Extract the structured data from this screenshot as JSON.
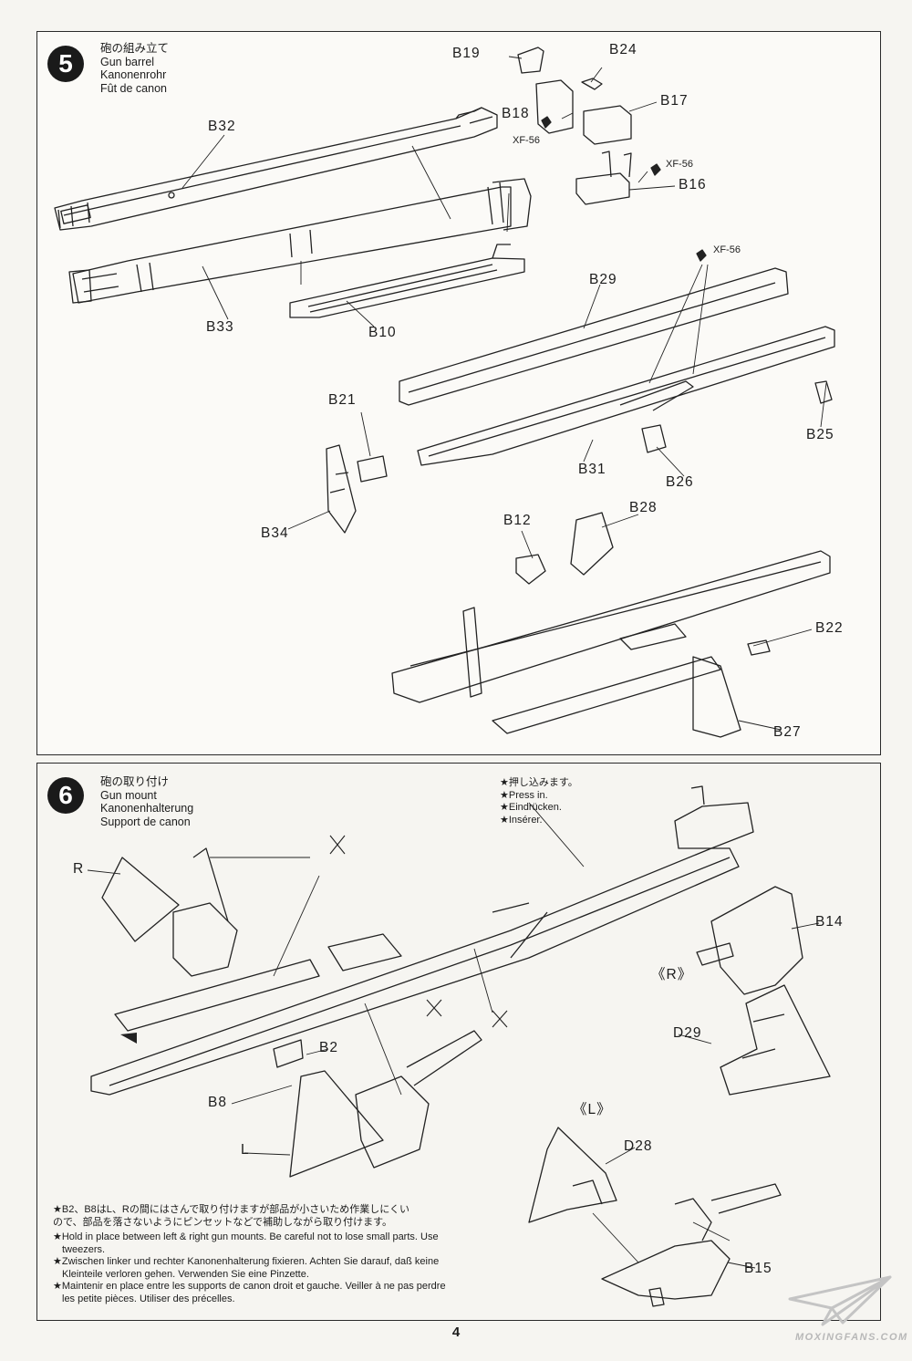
{
  "step5": {
    "number": "5",
    "title_jp": "砲の組み立て",
    "title_en": "Gun barrel",
    "title_de": "Kanonenrohr",
    "title_fr": "Fût de canon",
    "parts": {
      "b19": "B19",
      "b24": "B24",
      "b17": "B17",
      "b18": "B18",
      "b16": "B16",
      "b32": "B32",
      "b33": "B33",
      "b10": "B10",
      "b29": "B29",
      "b21": "B21",
      "b25": "B25",
      "b31": "B31",
      "b26": "B26",
      "b34": "B34",
      "b12": "B12",
      "b28": "B28",
      "b22": "B22",
      "b27": "B27"
    },
    "paints": {
      "p1": "XF-56",
      "p2": "XF-56",
      "p3": "XF-56"
    }
  },
  "step6": {
    "number": "6",
    "title_jp": "砲の取り付け",
    "title_en": "Gun mount",
    "title_de": "Kanonenhalterung",
    "title_fr": "Support de canon",
    "press_note": [
      "★押し込みます。",
      "★Press in.",
      "★Eindrücken.",
      "★Insérer."
    ],
    "parts": {
      "r": "R",
      "b14": "B14",
      "r_mark": "《R》",
      "d29": "D29",
      "b2": "B2",
      "b8": "B8",
      "l": "L",
      "l_mark": "《L》",
      "d28": "D28",
      "b15": "B15"
    },
    "notes": [
      "★B2、B8はL、Rの間にはさんで取り付けますが部品が小さいため作業しにくい",
      "ので、部品を落さないようにピンセットなどで補助しながら取り付けます。",
      "★Hold in place between left & right gun mounts. Be careful not to lose small parts. Use",
      "tweezers.",
      "★Zwischen linker und rechter Kanonenhalterung fixieren. Achten Sie darauf, daß keine",
      "Kleinteile verloren gehen. Verwenden Sie eine Pinzette.",
      "★Maintenir en place entre les supports de canon droit et gauche. Veiller à ne pas perdre",
      "les petite pièces. Utiliser des précelles."
    ]
  },
  "page_number": "4",
  "watermark": "MOXINGFANS.COM"
}
